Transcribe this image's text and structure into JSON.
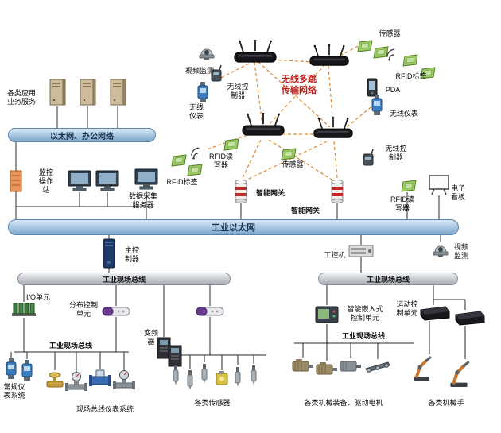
{
  "colors": {
    "accent_red": "#c01e1e",
    "ethernet_bus_blue": "#a5c4e0",
    "fieldbus_silver": "#c2c6cd",
    "wireless_link_orange": "#e08a2e",
    "gateway_red": "#c62828"
  },
  "icons": {
    "router": "black wireless access point with antennas",
    "sensor-chip": "green tilted tag",
    "wifi-signal": "radio signal arcs",
    "gateway": "white cylinder with red bands",
    "camera": "surveillance camera",
    "robot-arm": "industrial robot arm"
  },
  "labels": {
    "wireless_network": "无线多跳\n传输网络",
    "video_monitor_top": "视频监测",
    "sensor_top": "传感器",
    "rfid_tag_right": "RFID标签",
    "pda": "PDA",
    "wireless_controller_left": "无线控\n制器",
    "wireless_instrument_left": "无线\n仪表",
    "wireless_instrument_right": "无线仪表",
    "wireless_controller_right": "无线控\n制器",
    "sensor_mid": "传感器",
    "rfid_reader_left": "RFID读\n写器",
    "rfid_tag_left": "RFID标签",
    "app_services": "各类应用\n业务服务",
    "office_network": "以太网、办公网络",
    "monitor_station": "监控\n操作\n站",
    "data_server": "数据采集\n服务器",
    "gateway_left": "智能网关",
    "gateway_right": "智能网关",
    "rfid_reader_right": "RFID读\n写器",
    "kanban": "电子\n看板",
    "industrial_ethernet": "工业以太网",
    "main_controller": "主控\n制器",
    "ipc": "工控机",
    "video_monitor_right": "视频\n监测",
    "fieldbus_left": "工业现场总线",
    "fieldbus_right": "工业现场总线",
    "io_unit": "I/O单元",
    "dcu": "分布控制\n单元",
    "inverter": "变频\n器",
    "fieldbus_lower_left": "工业现场总线",
    "conventional_instruments": "常规仪\n表系统",
    "fieldbus_instruments": "现场总线仪表系统",
    "sensors_bottom": "各类传感器",
    "embedded_unit": "智能嵌入式\n控制单元",
    "motion_unit": "运动控\n制单元",
    "fieldbus_lower_right": "工业现场总线",
    "machinery": "各类机械装备、驱动电机",
    "robots": "各类机械手"
  }
}
